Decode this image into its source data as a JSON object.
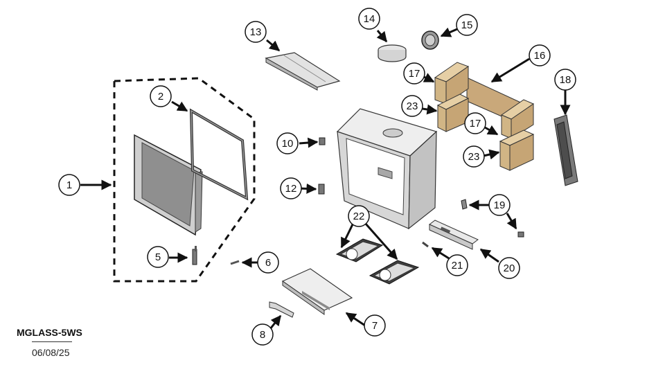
{
  "footer": {
    "model_code": "MGLASS-5WS",
    "date": "06/08/25"
  },
  "colors": {
    "outline": "#111111",
    "metal_light": "#e4e4e4",
    "metal_mid": "#bdbdbd",
    "metal_dark": "#6f6f6f",
    "brick": "#d9bf8f",
    "brick_dark": "#b89b6a"
  },
  "callouts": [
    "1",
    "2",
    "5",
    "6",
    "7",
    "8",
    "10",
    "12",
    "13",
    "14",
    "15",
    "16",
    "17",
    "17",
    "18",
    "19",
    "20",
    "21",
    "22",
    "23",
    "23"
  ],
  "parts": [
    "door-assembly",
    "door-seal",
    "door-glass-door",
    "door-latch",
    "small-screw",
    "ash-pan",
    "ash-pan-tool",
    "hinge-bracket-top",
    "hinge-bracket-bottom",
    "baffle-plate",
    "flue-collar",
    "flue-cap",
    "stove-body",
    "brick-rear",
    "brick-side-upper",
    "brick-side-lower",
    "side-panel",
    "spinner-clip",
    "air-slider",
    "air-rod",
    "grate"
  ]
}
